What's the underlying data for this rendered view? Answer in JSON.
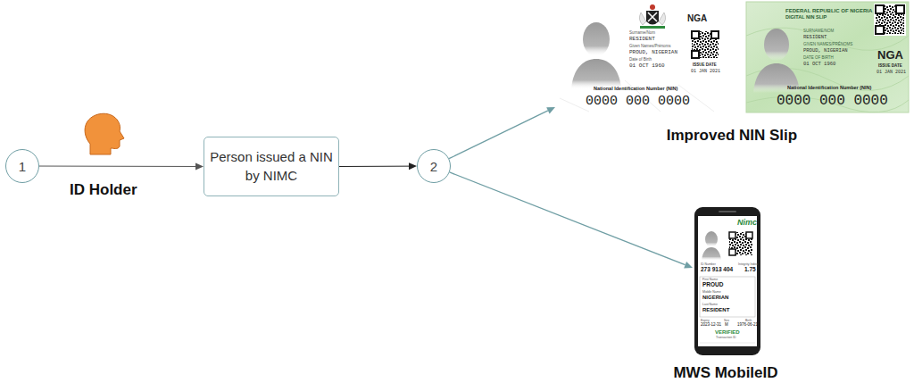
{
  "diagram": {
    "nodes": [
      {
        "text": [
          "1"
        ]
      },
      {
        "text": [
          "Person issued a NIN by NIMC"
        ]
      },
      {
        "text": [
          "2"
        ]
      },
      {
        "text": [
          "Improved NIN Slip"
        ]
      },
      {
        "text": [
          "MWS MobileID"
        ]
      }
    ],
    "edges": [
      {
        "from": 0,
        "to": 1,
        "arrow": "to"
      },
      {
        "from": 1,
        "to": 2,
        "arrow": "to"
      },
      {
        "from": 2,
        "to": 3,
        "arrow": "to"
      },
      {
        "from": 2,
        "to": 4,
        "arrow": "to"
      }
    ],
    "labels": [
      "ID Holder",
      "NGA",
      "Surname/Nom",
      "RESIDENT",
      "Given Names/Prénoms",
      "PROUD, NIGERIAN",
      "Date of Birth",
      "01 OCT 1960",
      "ISSUE DATE",
      "01 JAN 2021",
      "National Identification Number (NIN)",
      "0000 000 0000",
      "FEDERAL REPUBLIC OF NIGERIA",
      "DIGITAL NIN SLIP",
      "SURNAME/NOM",
      "RESIDENT",
      "GIVEN NAMES/PRÉNOMS",
      "PROUD, NIGERIAN",
      "DATE OF BIRTH",
      "01 OCT 1960",
      "NGA",
      "ISSUE DATE",
      "01 JAN 2021",
      "National Identification Number (NIN)",
      "0000 000 0000",
      "Nimc",
      "ID Number",
      "273 913 404",
      "Integrity Index",
      "1.75",
      "First Name",
      "PROUD",
      "Middle Name",
      "NIGERIAN",
      "Last Name",
      "RESIDENT",
      "Expiry",
      "Sex",
      "Birth",
      "2023-12-31",
      "M",
      "1976-06-21",
      "VERIFIED",
      "Transaction ID"
    ]
  }
}
